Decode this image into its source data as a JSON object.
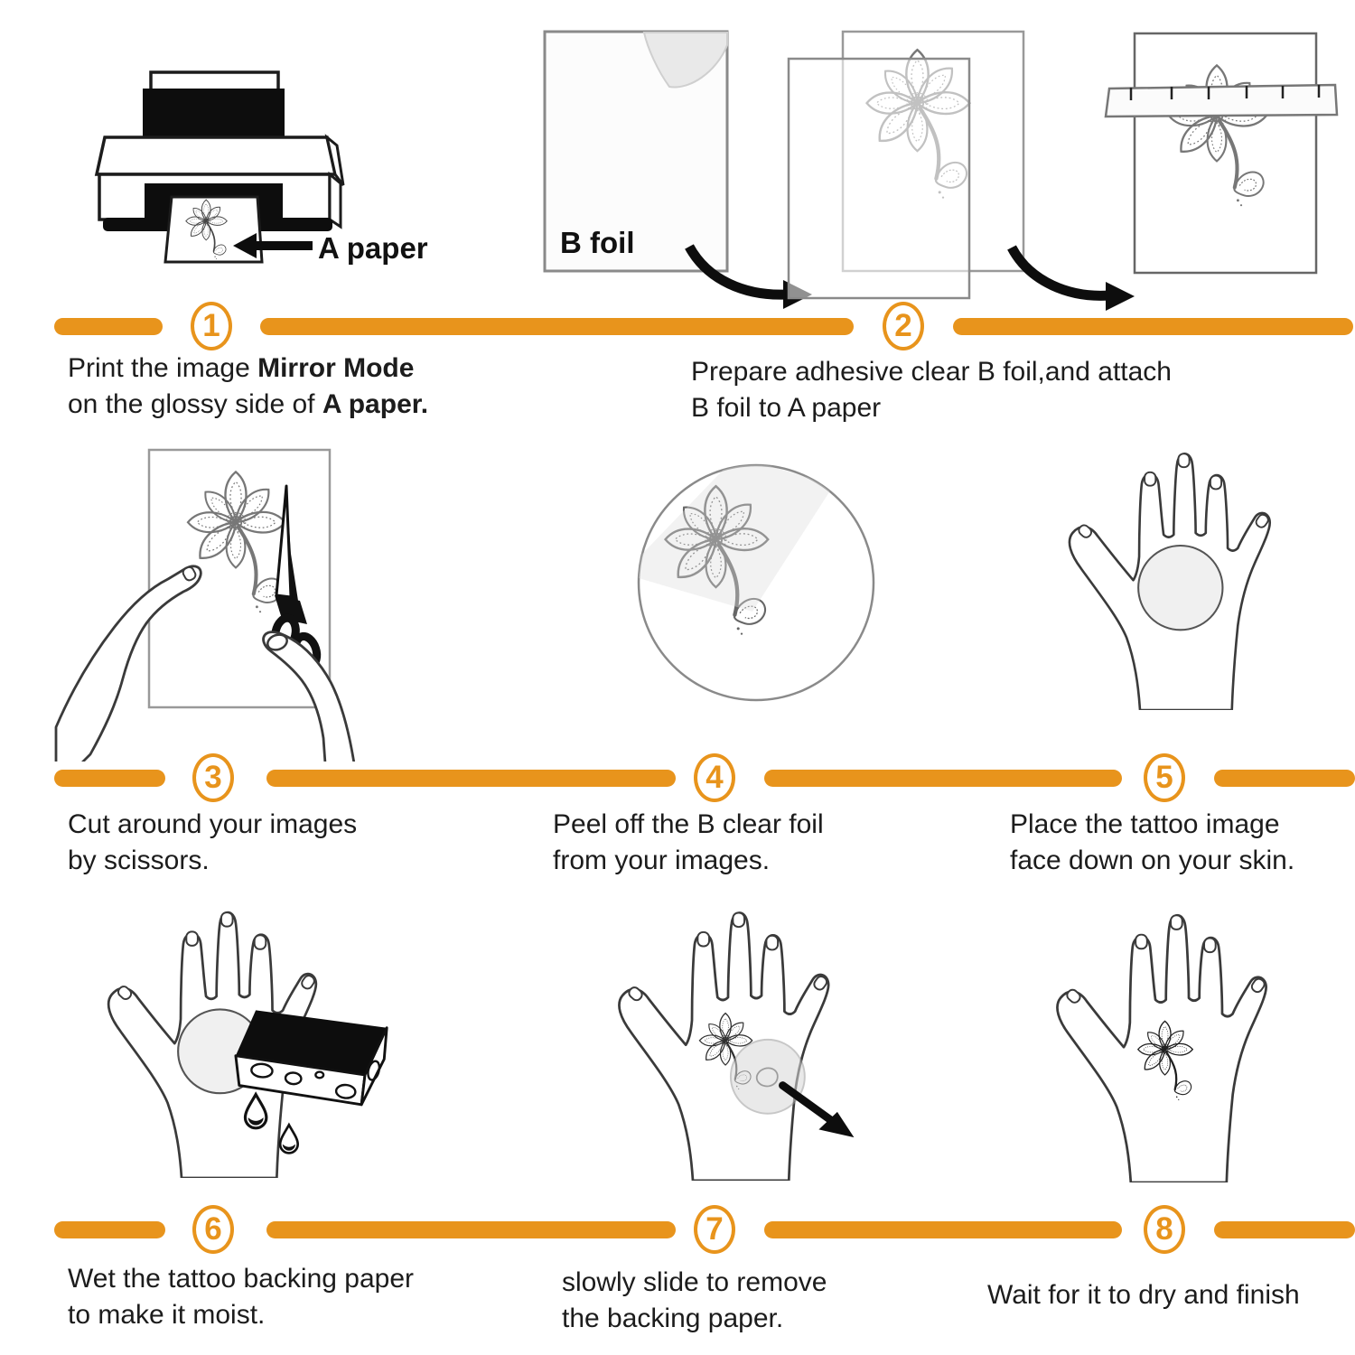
{
  "accent_color": "#E8941C",
  "labels": {
    "a_paper": "A paper",
    "b_foil": "B foil"
  },
  "illustrations": {
    "step1": "printer-printing-tattoo-paper",
    "step2a": "b-foil-sheet-with-peeled-corner",
    "step2b": "attach-b-foil-to-a-paper",
    "step2c": "smooth-with-ruler-squeegee",
    "step3": "cut-image-with-scissors",
    "step4": "peel-foil-from-round-cutout",
    "step5": "hand-with-tattoo-placed-face-down",
    "step6": "wet-sponge-dripping-on-hand",
    "step7": "slide-backing-paper-off-hand",
    "step8": "finished-tattoo-on-hand"
  },
  "steps": [
    {
      "num": "1",
      "line1_pre": "Print the image ",
      "line1_bold": "Mirror Mode",
      "line2_pre": "on the  glossy side of ",
      "line2_bold": "A paper."
    },
    {
      "num": "2",
      "line1": "Prepare adhesive clear B foil,and attach",
      "line2": "B foil to A paper"
    },
    {
      "num": "3",
      "line1": "Cut around your images",
      "line2": "by scissors."
    },
    {
      "num": "4",
      "line1": "Peel off the B clear foil",
      "line2": "from your images."
    },
    {
      "num": "5",
      "line1": "Place the tattoo image",
      "line2": "face down on your skin."
    },
    {
      "num": "6",
      "line1": "Wet the tattoo backing paper",
      "line2": "to make it moist."
    },
    {
      "num": "7",
      "line1": "slowly slide to remove",
      "line2": "the backing paper."
    },
    {
      "num": "8",
      "line1": "Wait for it to dry and finish",
      "line2": ""
    }
  ]
}
